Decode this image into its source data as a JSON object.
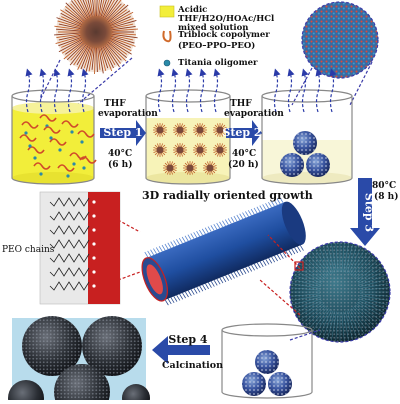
{
  "legend": {
    "solution": "Acidic THF/H2O/HOAc/HCl mixed solution",
    "copolymer_line1": "Triblock copolymer",
    "copolymer_line2": "(PEO–PPO–PEO)",
    "oligomer": "Titania oligomer"
  },
  "steps": [
    {
      "label": "Step 1",
      "pre": "THF",
      "pre2": "evaporation",
      "temp": "40°C",
      "time": "(6 h)"
    },
    {
      "label": "Step 2",
      "pre": "THF",
      "pre2": "evaporation",
      "temp": "40°C",
      "time": "(20 h)"
    },
    {
      "label": "Step 3",
      "temp": "80°C",
      "time": "(8 h)"
    },
    {
      "label": "Step 4",
      "post": "Calcination"
    }
  ],
  "growth_title": "3D radially oriented growth",
  "peo_label": "PEO chains",
  "colors": {
    "solution": "#f2ee3a",
    "arrow_blue": "#2a4aa8",
    "dashed": "#3a3aa8",
    "red": "#cc2020",
    "cyan_bg": "#b8dcec",
    "dark_sphere": "#2a2e34",
    "rod_blue": "#1f4ea0"
  }
}
